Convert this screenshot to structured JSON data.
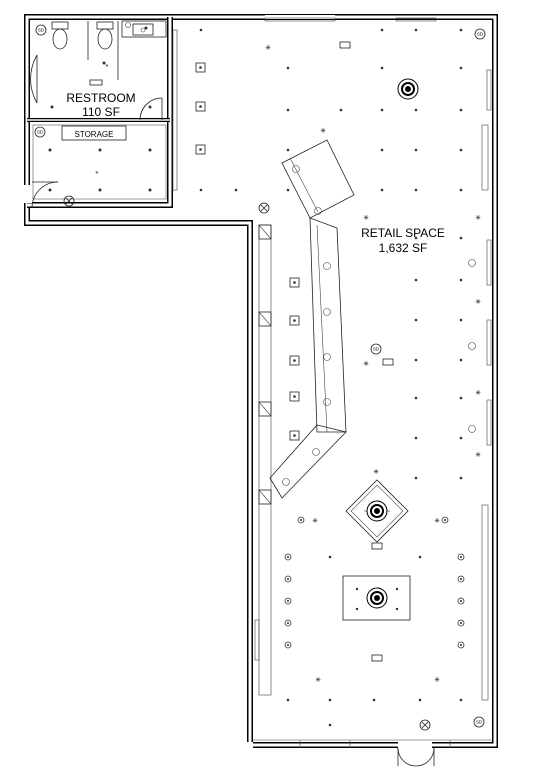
{
  "rooms": {
    "restroom": {
      "name": "RESTROOM",
      "area": "110 SF"
    },
    "storage": {
      "name": "STORAGE"
    },
    "retail": {
      "name": "RETAIL SPACE",
      "area": "1,632 SF"
    }
  },
  "symbols": {
    "smoke_detector": "SD"
  }
}
